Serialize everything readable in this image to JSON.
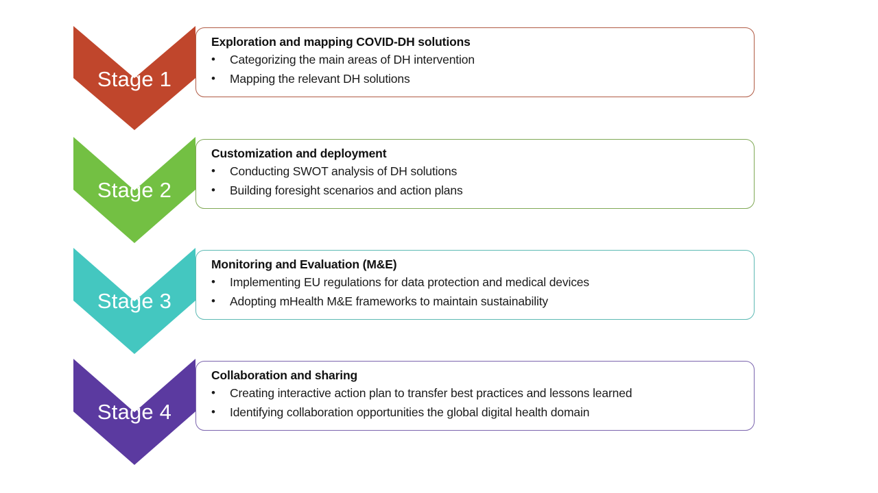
{
  "diagram": {
    "type": "four-stage-chevron-process",
    "background_color": "#ffffff",
    "stages": [
      {
        "label": "Stage 1",
        "color": "#C0462C",
        "border_color": "#b05a44",
        "title": "Exploration and mapping COVID-DH solutions",
        "bullets": [
          "Categorizing the main areas of DH intervention",
          "Mapping the relevant DH solutions"
        ]
      },
      {
        "label": "Stage 2",
        "color": "#73C043",
        "border_color": "#7fa854",
        "title": "Customization and deployment",
        "bullets": [
          "Conducting SWOT analysis of DH solutions",
          "Building foresight scenarios and action plans"
        ]
      },
      {
        "label": "Stage 3",
        "color": "#44C7C0",
        "border_color": "#5cb9b3",
        "title": "Monitoring and Evaluation (M&E)",
        "bullets": [
          "Implementing EU regulations for data protection and medical devices",
          "Adopting mHealth M&E frameworks to maintain sustainability"
        ]
      },
      {
        "label": "Stage 4",
        "color": "#5B3AA0",
        "border_color": "#7a63ad",
        "title": "Collaboration and sharing",
        "bullets": [
          "Creating interactive action plan to transfer best practices and lessons learned",
          "Identifying collaboration opportunities the global digital health domain"
        ]
      }
    ],
    "bullet_glyph": "•"
  }
}
